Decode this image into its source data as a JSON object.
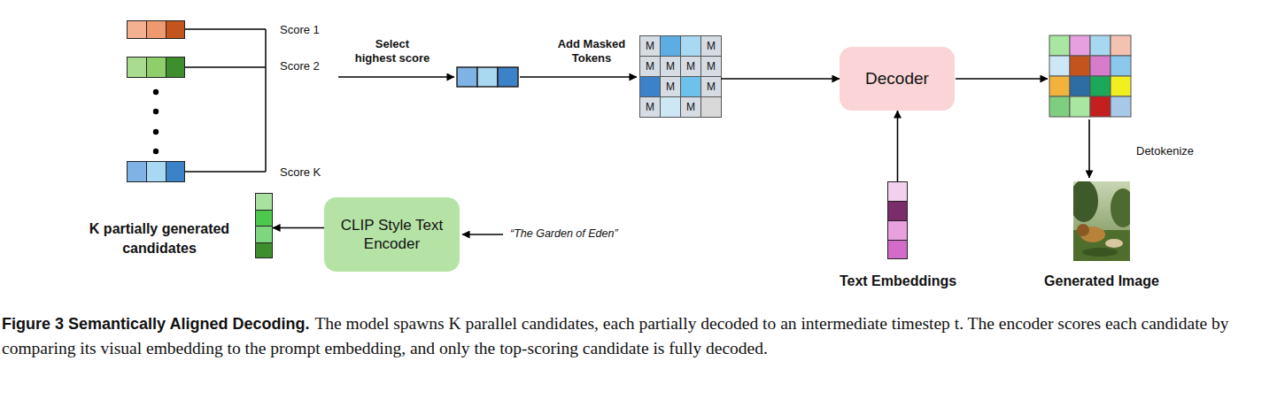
{
  "diagram": {
    "title": "Figure 3 Semantically Aligned Decoding.",
    "caption": "The model spawns K parallel candidates, each partially decoded to an intermediate timestep t. The encoder scores each candidate by comparing its visual embedding to the prompt embedding, and only the top-scoring candidate is fully decoded.",
    "nodes": [
      {
        "text": [
          "Score 1"
        ]
      },
      {
        "text": [
          "Score 2"
        ]
      },
      {
        "text": [
          "Score K"
        ]
      },
      {
        "text": [
          "M",
          "M",
          "M",
          "M",
          "M",
          "M",
          "M",
          "M",
          "M",
          "M"
        ]
      },
      {
        "text": [
          "Decoder"
        ]
      },
      {
        "text": [
          "K partially generated candidates"
        ]
      },
      {
        "text": [
          "CLIP Style Text Encoder"
        ]
      },
      {
        "text": [
          "Text Embeddings"
        ]
      },
      {
        "text": [
          "Generated Image"
        ]
      }
    ],
    "edges": [
      {
        "from": 3,
        "to": 4,
        "arrow": "to"
      },
      {
        "from": 7,
        "to": 4,
        "arrow": "to"
      },
      {
        "from": 6,
        "to": 5,
        "arrow": "to"
      }
    ],
    "labels": [
      "Select highest score",
      "Add Masked Tokens",
      "Detokenize",
      "“The Garden of Eden”"
    ]
  }
}
